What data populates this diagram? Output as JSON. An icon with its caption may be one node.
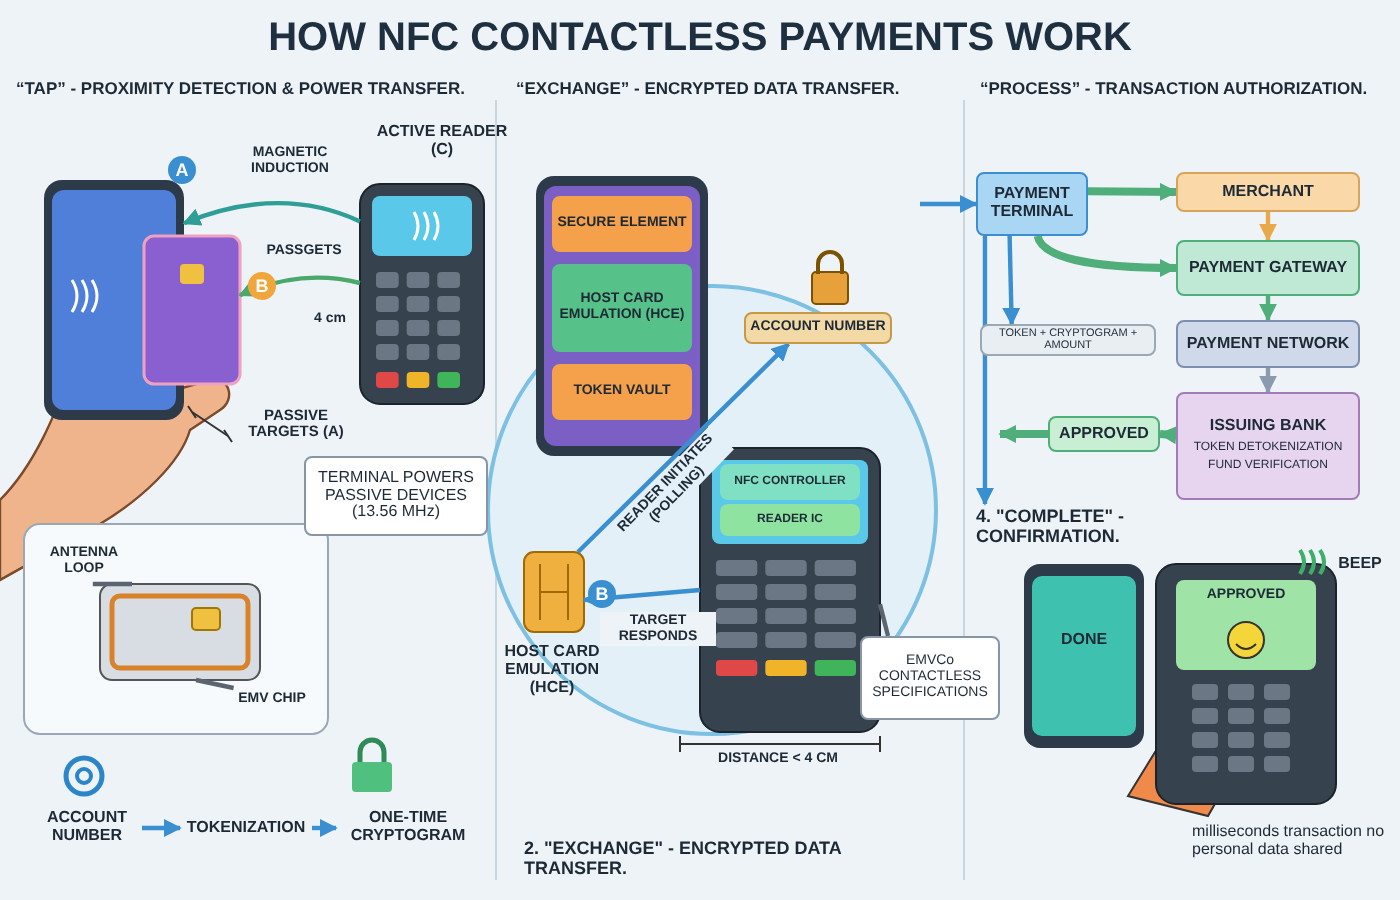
{
  "diagram": {
    "title": "HOW NFC CONTACTLESS PAYMENTS WORK",
    "nodes": [
      {
        "text": [],
        "shape": "picture"
      },
      {
        "text": [],
        "shape": "picture"
      },
      {
        "text": [],
        "shape": "picture",
        "beside": [
          "ACTIVE READER (C)"
        ]
      },
      {
        "text": [
          "TERMINAL POWERS PASSIVE DEVICES (13.56 MHz)"
        ]
      },
      {
        "text": [],
        "shape": "picture"
      },
      {
        "text": [
          "ACCOUNT NUMBER"
        ]
      },
      {
        "text": [
          "TOKENIZATION"
        ]
      },
      {
        "text": [
          "ONE-TIME CRYPTOGRAM"
        ]
      },
      {
        "text": [],
        "shape": "picture"
      },
      {
        "text": [
          "SECURE ELEMENT"
        ],
        "in": 8
      },
      {
        "text": [
          "HOST CARD EMULATION (HCE)"
        ],
        "in": 8
      },
      {
        "text": [
          "TOKEN VAULT"
        ],
        "in": 8
      },
      {
        "text": [
          "ACCOUNT NUMBER"
        ]
      },
      {
        "text": [],
        "shape": "picture",
        "beside": [
          "HOST CARD EMULATION (HCE)"
        ]
      },
      {
        "text": [],
        "shape": "picture"
      },
      {
        "text": [
          "NFC CONTROLLER"
        ],
        "in": 14
      },
      {
        "text": [
          "READER IC"
        ],
        "in": 14
      },
      {
        "text": [
          "EMVCo CONTACTLESS SPECIFICATIONS"
        ]
      },
      {
        "text": [
          "PAYMENT TERMINAL"
        ]
      },
      {
        "text": [
          "MERCHANT"
        ]
      },
      {
        "text": [
          "PAYMENT GATEWAY"
        ]
      },
      {
        "text": [
          "TOKEN + CRYPTOGRAM + AMOUNT"
        ]
      },
      {
        "text": [
          "PAYMENT NETWORK"
        ]
      },
      {
        "text": [
          "ISSUING BANK",
          "TOKEN DETOKENIZATION",
          "FUND VERIFICATION"
        ]
      },
      {
        "text": [
          "APPROVED"
        ]
      },
      {
        "text": [
          "ANTENNA LOOP"
        ]
      },
      {
        "text": [
          "EMV CHIP"
        ]
      },
      {
        "text": [
          "4. \"COMPLETE\" - CONFIRMATION."
        ]
      }
    ],
    "edges": [
      {
        "from": 2,
        "to": 0,
        "arrow": "to",
        "label": "MAGNETIC INDUCTION",
        "color": "#2f9e96"
      },
      {
        "from": 2,
        "to": 1,
        "arrow": "to",
        "label": "PASSGETS",
        "color": "#4aa86a"
      },
      {
        "from": 5,
        "to": 6,
        "arrow": "to"
      },
      {
        "from": 6,
        "to": 7,
        "arrow": "to"
      },
      {
        "from": 13,
        "to": 12,
        "arrow": "to",
        "label": "READER INITIATES (POLLING)"
      },
      {
        "from": 14,
        "to": 13,
        "arrow": "to",
        "label": "TARGET RESPONDS"
      },
      {
        "from": 17,
        "to": 14,
        "arrow": "none",
        "color": "#5a6570"
      },
      {
        "from": null,
        "to": 18,
        "arrow": "to"
      },
      {
        "from": 18,
        "to": 19,
        "arrow": "to",
        "style": "thick",
        "color": "#4fae7a"
      },
      {
        "from": 18,
        "to": 20,
        "arrow": "to",
        "style": "thick",
        "color": "#4fae7a"
      },
      {
        "from": 18,
        "to": 21,
        "arrow": "to"
      },
      {
        "from": 19,
        "to": 20,
        "arrow": "to",
        "color": "#e8a94a"
      },
      {
        "from": 20,
        "to": 22,
        "arrow": "to",
        "color": "#4fae7a"
      },
      {
        "from": 22,
        "to": 23,
        "arrow": "to",
        "color": "#8a9bb0"
      },
      {
        "from": 23,
        "to": 24,
        "arrow": "to",
        "style": "thick",
        "color": "#4fae7a"
      },
      {
        "from": 24,
        "to": null,
        "arrow": "to",
        "style": "thick",
        "color": "#4fae7a"
      },
      {
        "from": 18,
        "to": 27,
        "arrow": "to"
      },
      {
        "from": 25,
        "to": 4,
        "arrow": "none",
        "color": "#5a6570"
      },
      {
        "from": 26,
        "to": 4,
        "arrow": "none",
        "color": "#5a6570"
      }
    ],
    "labels": [
      "“TAP” - PROXIMITY DETECTION & POWER TRANSFER.",
      "“EXCHANGE” - ENCRYPTED DATA TRANSFER.",
      "“PROCESS” - TRANSACTION AUTHORIZATION.",
      "A",
      "B",
      "4 cm",
      "PASSIVE TARGETS (A)",
      "B",
      "DISTANCE < 4 CM",
      "2. \"EXCHANGE\" - ENCRYPTED DATA TRANSFER.",
      "DONE",
      "APPROVED",
      "BEEP",
      "milliseconds transaction no personal data shared"
    ]
  }
}
